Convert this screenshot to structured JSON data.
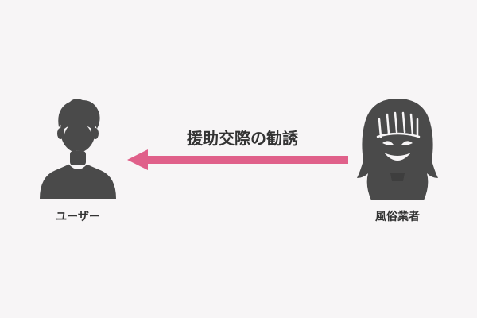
{
  "diagram": {
    "arrow_label": "援助交際の勧誘",
    "left_actor": {
      "label": "ユーザー",
      "icon": "person-icon"
    },
    "right_actor": {
      "label": "風俗業者",
      "icon": "sinister-woman-icon"
    },
    "arrow_direction": "right-to-left"
  },
  "colors": {
    "background": "#f7f5f6",
    "figure": "#4a4a4a",
    "arrow": "#e0608a",
    "text": "#333333"
  }
}
